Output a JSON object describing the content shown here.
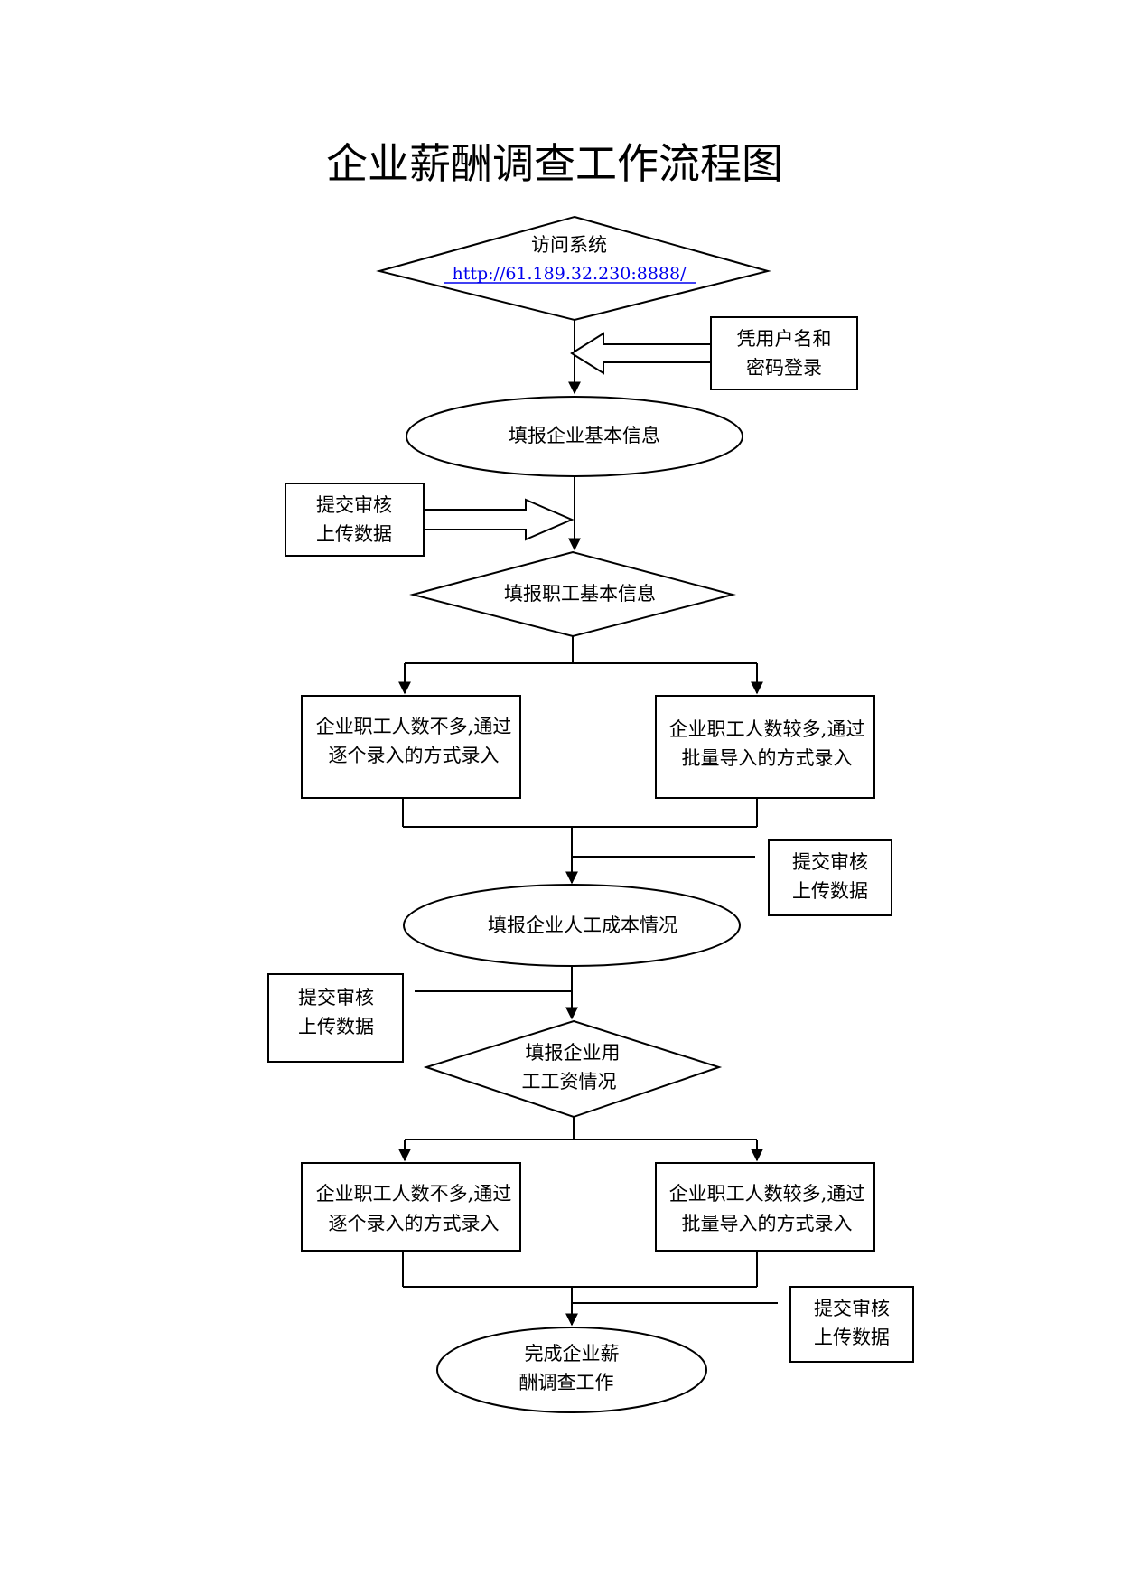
{
  "title": "企业薪酬调查工作流程图",
  "steps": {
    "access": {
      "line1": "访问系统",
      "url": "http://61.189.32.230:8888/"
    },
    "login": {
      "line1": "凭用户名和",
      "line2": "密码登录"
    },
    "company_info": {
      "label": "填报企业基本信息"
    },
    "submit_1": {
      "line1": "提交审核",
      "line2": "上传数据"
    },
    "employee_info": {
      "label": "填报职工基本信息"
    },
    "few_1": {
      "line1": "企业职工人数不多,通过",
      "line2": "逐个录入的方式录入"
    },
    "many_1": {
      "line1": "企业职工人数较多,通过",
      "line2": "批量导入的方式录入"
    },
    "submit_2": {
      "line1": "提交审核",
      "line2": "上传数据"
    },
    "labor_cost": {
      "label": "填报企业人工成本情况"
    },
    "submit_3": {
      "line1": "提交审核",
      "line2": "上传数据"
    },
    "wages": {
      "line1": "填报企业用",
      "line2": "工工资情况"
    },
    "few_2": {
      "line1": "企业职工人数不多,通过",
      "line2": "逐个录入的方式录入"
    },
    "many_2": {
      "line1": "企业职工人数较多,通过",
      "line2": "批量导入的方式录入"
    },
    "submit_4": {
      "line1": "提交审核",
      "line2": "上传数据"
    },
    "complete": {
      "line1": "完成企业薪",
      "line2": "酬调查工作"
    }
  }
}
